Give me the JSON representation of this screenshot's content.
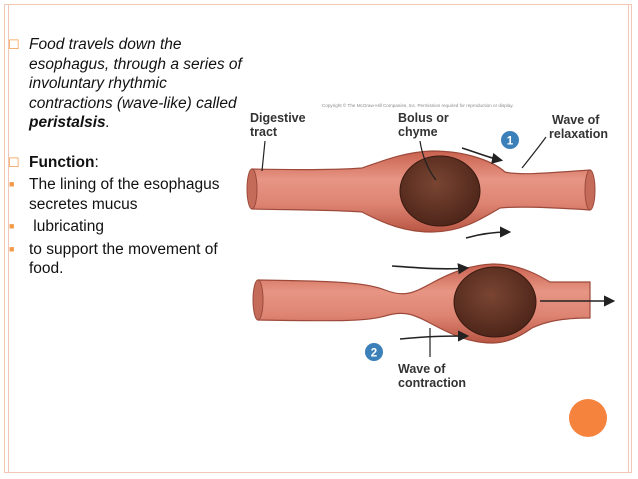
{
  "bullets": [
    {
      "type": "main",
      "parts": [
        {
          "style": "it",
          "text": "Food travels down the esophagus, through a series of involuntary rhythmic contractions (wave-like) called "
        },
        {
          "style": "bi",
          "text": "peristalsis"
        },
        {
          "style": "it",
          "text": "."
        }
      ]
    },
    {
      "type": "main",
      "parts": [
        {
          "style": "b",
          "text": "Function"
        },
        {
          "style": "n",
          "text": ":"
        }
      ]
    },
    {
      "type": "sub",
      "text": "The lining of the esophagus secretes mucus"
    },
    {
      "type": "sub",
      "text": " lubricating"
    },
    {
      "type": "sub",
      "text": " to support the movement of food."
    }
  ],
  "diagram": {
    "copyright": "Copyright © The McGraw-Hill Companies, Inc. Permission required for reproduction or display.",
    "label_digestive_1": "Digestive",
    "label_digestive_2": "tract",
    "label_bolus_1": "Bolus or",
    "label_bolus_2": "chyme",
    "label_relax_1": "Wave of",
    "label_relax_2": "relaxation",
    "label_contract_1": "Wave of",
    "label_contract_2": "contraction",
    "step1": "1",
    "step2": "2"
  },
  "colors": {
    "tube": "#d97b6a",
    "tube_edge": "#b05546",
    "bolus": "#5a3022",
    "step_badge": "#3b80b8",
    "accent_orange": "#f5823d"
  }
}
